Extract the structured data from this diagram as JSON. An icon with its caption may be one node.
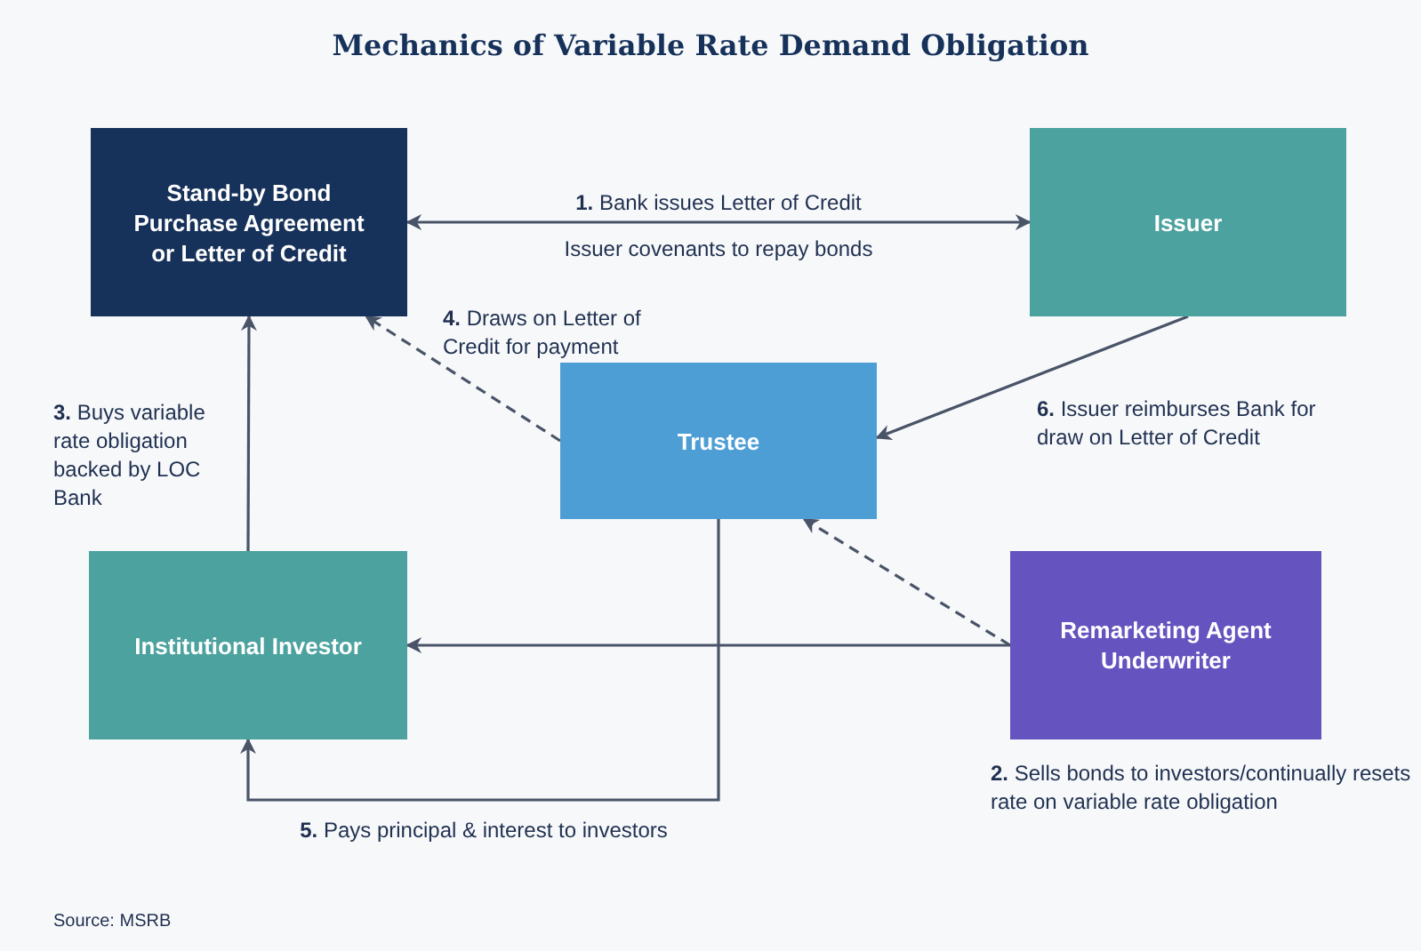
{
  "diagram": {
    "title": "Mechanics of Variable Rate Demand Obligation",
    "nodes": [
      {
        "text": [
          "Stand-by Bond Purchase Agreement or Letter of Credit"
        ]
      },
      {
        "text": [
          "Issuer"
        ]
      },
      {
        "text": [
          "Trustee"
        ]
      },
      {
        "text": [
          "Institutional Investor"
        ]
      },
      {
        "text": [
          "Remarketing Agent Underwriter"
        ],
        "beside": [
          "**2.** Sells bonds to investors/continually resets rate on variable rate obligation"
        ]
      }
    ],
    "edges": [
      {
        "from": 0,
        "to": 1,
        "arrow": "both",
        "label": "**1.** Bank issues Letter of Credit"
      },
      {
        "from": 1,
        "to": 2,
        "arrow": "to",
        "label": "**6.** Issuer reimburses Bank for draw on Letter of Credit"
      },
      {
        "from": 2,
        "to": 0,
        "arrow": "to",
        "style": "dashed",
        "label": "**4.** Draws on Letter of Credit for payment"
      },
      {
        "from": 3,
        "to": 0,
        "arrow": "to",
        "label": "**3.** Buys variable rate obligation backed by LOC Bank"
      },
      {
        "from": 4,
        "to": 3,
        "arrow": "to"
      },
      {
        "from": 4,
        "to": 2,
        "arrow": "to",
        "style": "dashed"
      },
      {
        "from": 2,
        "to": 3,
        "arrow": "to",
        "label": "**5.** Pays principal & interest to investors"
      }
    ],
    "labels": [
      "Issuer covenants to repay bonds",
      "Source: MSRB"
    ]
  }
}
